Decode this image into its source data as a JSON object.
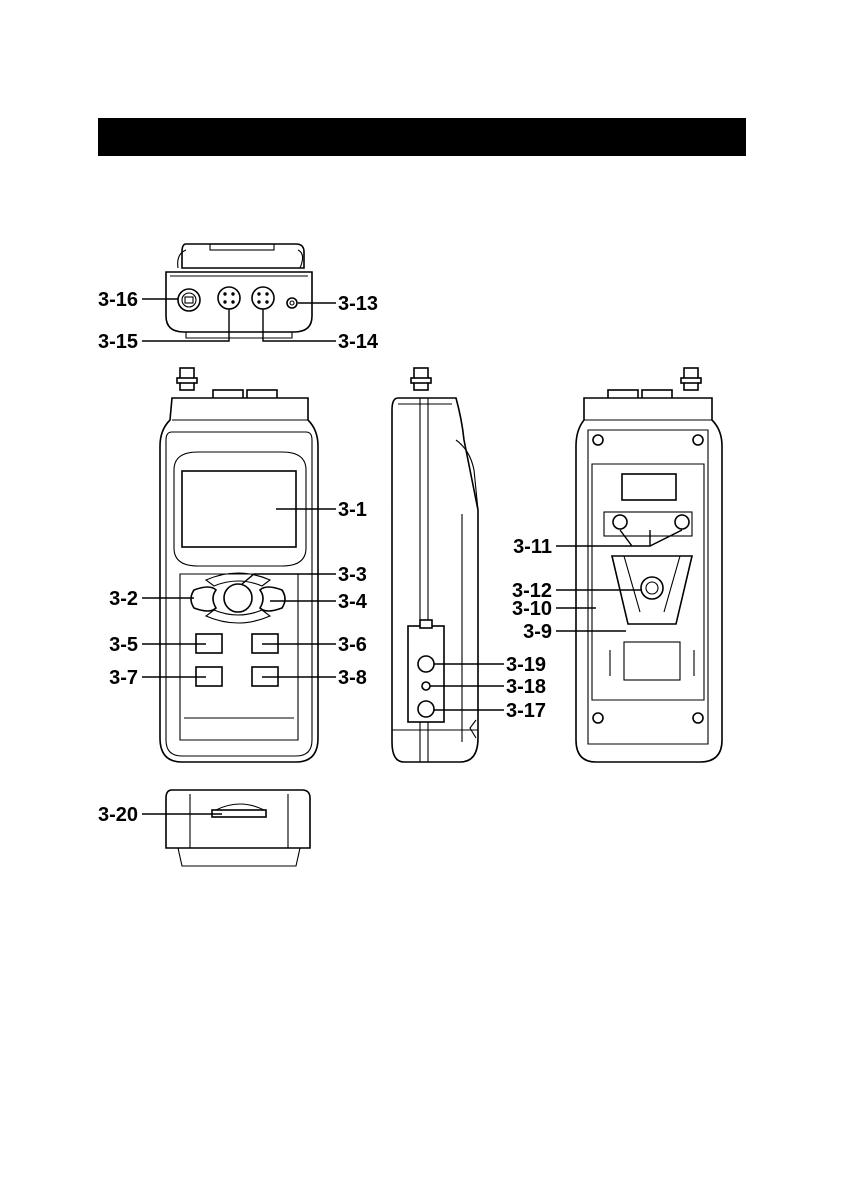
{
  "labels": {
    "l1": "3-1",
    "l2": "3-2",
    "l3": "3-3",
    "l4": "3-4",
    "l5": "3-5",
    "l6": "3-6",
    "l7": "3-7",
    "l8": "3-8",
    "l9": "3-9",
    "l10": "3-10",
    "l11": "3-11",
    "l12": "3-12",
    "l13": "3-13",
    "l14": "3-14",
    "l15": "3-15",
    "l16": "3-16",
    "l17": "3-17",
    "l18": "3-18",
    "l19": "3-19",
    "l20": "3-20"
  },
  "colors": {
    "ink": "#000000",
    "paper": "#ffffff"
  }
}
